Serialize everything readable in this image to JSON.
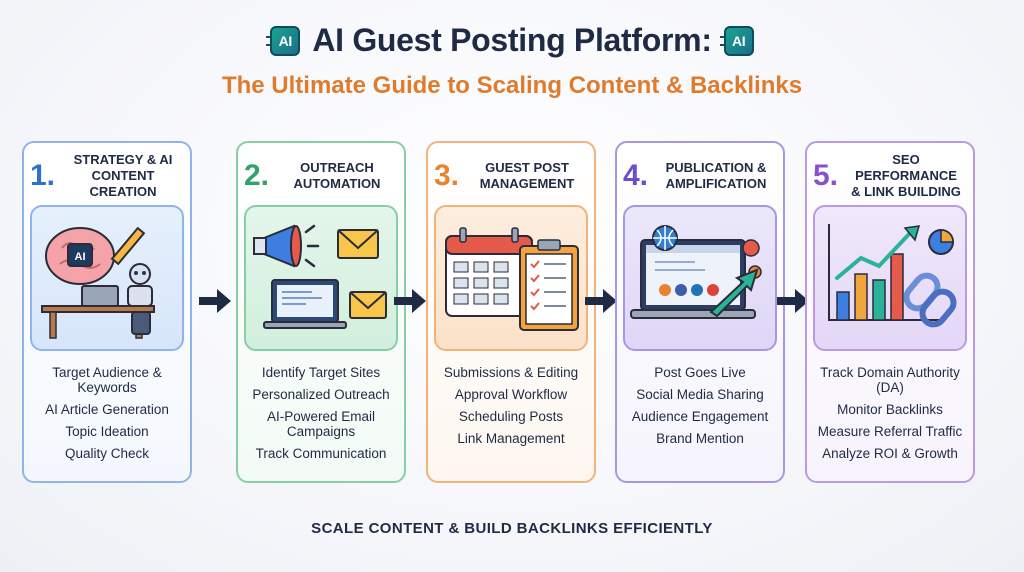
{
  "header": {
    "title": "AI Guest Posting Platform:",
    "badge_label": "AI",
    "subtitle": "The Ultimate Guide to Scaling Content & Backlinks"
  },
  "steps": [
    {
      "number": "1.",
      "title_line1": "STRATEGY & AI",
      "title_line2": "CONTENT CREATION",
      "icon": "ai-brain-robot-icon",
      "color": "#2e6fd1",
      "items": [
        "Target Audience & Keywords",
        "AI Article Generation",
        "Topic Ideation",
        "Quality Check"
      ]
    },
    {
      "number": "2.",
      "title_line1": "OUTREACH",
      "title_line2": "AUTOMATION",
      "icon": "megaphone-email-icon",
      "color": "#2fa36b",
      "items": [
        "Identify Target Sites",
        "Personalized Outreach",
        "AI-Powered Email Campaigns",
        "Track Communication"
      ]
    },
    {
      "number": "3.",
      "title_line1": "GUEST POST",
      "title_line2": "MANAGEMENT",
      "icon": "calendar-checklist-icon",
      "color": "#e9822d",
      "items": [
        "Submissions & Editing",
        "Approval Workflow",
        "Scheduling Posts",
        "Link Management"
      ]
    },
    {
      "number": "4.",
      "title_line1": "PUBLICATION &",
      "title_line2": "AMPLIFICATION",
      "icon": "laptop-social-icon",
      "color": "#6a4fc9",
      "items": [
        "Post Goes Live",
        "Social Media Sharing",
        "Audience Engagement",
        "Brand Mention"
      ]
    },
    {
      "number": "5.",
      "title_line1": "SEO PERFORMANCE",
      "title_line2": "& LINK BUILDING",
      "icon": "chart-chain-link-icon",
      "color": "#8a4fcf",
      "items": [
        "Track Domain Authority (DA)",
        "Monitor Backlinks",
        "Measure Referral Traffic",
        "Analyze ROI & Growth"
      ]
    }
  ],
  "footer": "SCALE CONTENT & BUILD BACKLINKS EFFICIENTLY"
}
